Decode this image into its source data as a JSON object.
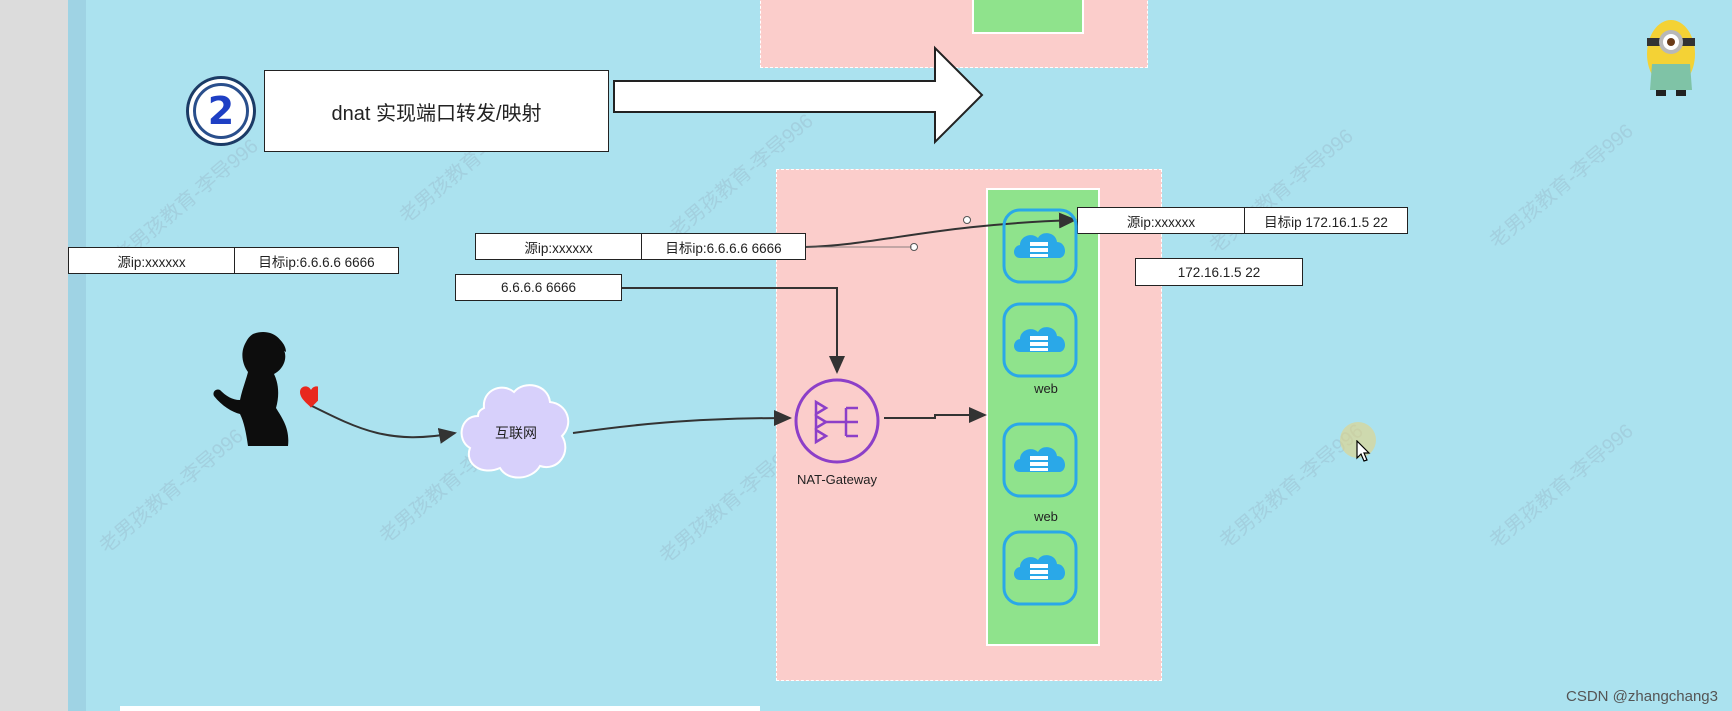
{
  "step": {
    "number": "2",
    "title": "dnat 实现端口转发/映射"
  },
  "left_packet": {
    "src": "源ip:xxxxxx",
    "dst": "目标ip:6.6.6.6 6666"
  },
  "mid_packet": {
    "src": "源ip:xxxxxx",
    "dst": "目标ip:6.6.6.6 6666"
  },
  "public_addr": "6.6.6.6 6666",
  "right_packet": {
    "src": "源ip:xxxxxx",
    "dst": "目标ip 172.16.1.5 22"
  },
  "private_addr": "172.16.1.5  22",
  "internet_label": "互联网",
  "gateway_label": "NAT-Gateway",
  "server_labels": [
    "web",
    "web"
  ],
  "watermark_text": "老男孩教育-李导996",
  "footer": "CSDN @zhangchang3",
  "colors": {
    "background": "#abe2ef",
    "zone_pink": "#fbcdcb",
    "zone_green": "#8fe38c",
    "cloud_blue": "#2aa8e8",
    "gateway_purple": "#8c3fc8"
  }
}
